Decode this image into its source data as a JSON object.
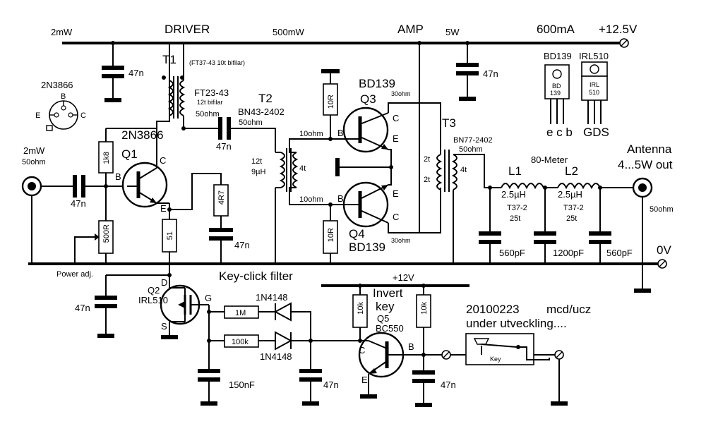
{
  "rail_labels": {
    "p2mw": "2mW",
    "driver": "DRIVER",
    "p500mw": "500mW",
    "amp": "AMP",
    "p5w": "5W",
    "current": "600mA",
    "supply": "+12.5V",
    "ground": "0V",
    "plus12": "+12V"
  },
  "input": {
    "power": "2mW",
    "impedance": "50ohm"
  },
  "output": {
    "title": "Antenna",
    "power": "4...5W out",
    "impedance": "50ohm"
  },
  "pinouts": {
    "n3866": {
      "name": "2N3866",
      "b": "B",
      "e": "E",
      "c": "C"
    },
    "bd139": {
      "name": "BD139",
      "body1": "BD",
      "body2": "139",
      "pins": "e c b"
    },
    "irl510": {
      "name": "IRL510",
      "body1": "IRL",
      "body2": "510",
      "pins": "GDS"
    }
  },
  "parts": {
    "c_in": "47n",
    "r_1k8": "1k8",
    "r_500": "500R",
    "q1_type": "2N3866",
    "q1_ref": "Q1",
    "q1_b": "B",
    "q1_c": "C",
    "q1_e": "E",
    "t1_ref": "T1",
    "t1_note": "(FT37-43  10t bifilar)",
    "ft23": "FT23-43",
    "ft23_turns": "12t bifilar",
    "ft23_imp": "50ohm",
    "c_dec1": "47n",
    "c_coup": "47n",
    "r_4r7": "4R7",
    "c_emit": "47n",
    "r_51": "51",
    "t2_ref": "T2",
    "t2_core": "BN43-2402",
    "t2_imp_in": "50ohm",
    "t2_turns_p": "12t",
    "t2_ind": "9µH",
    "t2_turns_s": "4t",
    "ohm10_top": "10ohm",
    "ohm10_bot": "10ohm",
    "r_10_top": "10R",
    "r_10_bot": "10R",
    "q3_type": "BD139",
    "q3_ref": "Q3",
    "q3_b": "B",
    "q3_c": "C",
    "q3_e": "E",
    "q4_type": "BD139",
    "q4_ref": "Q4",
    "q4_b": "B",
    "q4_c": "C",
    "q4_e": "E",
    "ohm30_top": "30ohm",
    "ohm30_bot": "30ohm",
    "t3_ref": "T3",
    "t3_2t_a": "2t",
    "t3_2t_b": "2t",
    "t3_4t": "4t",
    "t3_core": "BN77-2402",
    "t3_imp": "50ohm",
    "c_dec2": "47n",
    "band": "80-Meter",
    "l1_ref": "L1",
    "l1_ind": "2.5µH",
    "l1_core": "T37-2",
    "l1_turns": "25t",
    "l2_ref": "L2",
    "l2_ind": "2.5µH",
    "l2_core": "T37-2",
    "l2_turns": "25t",
    "c_560a": "560pF",
    "c_1200": "1200pF",
    "c_560b": "560pF",
    "power_adj": "Power adj.",
    "c_q2": "47n",
    "q2_ref": "Q2",
    "q2_type": "IRL510",
    "q2_d": "D",
    "q2_g": "G",
    "q2_s": "S",
    "keyclick": "Key-click filter",
    "r_1m": "1M",
    "r_100k": "100k",
    "d1": "1N4148",
    "d2": "1N4148",
    "c_150": "150nF",
    "c_diode": "47n",
    "invert1": "Invert",
    "invert2": "key",
    "q5_ref": "Q5",
    "q5_type": "BC550",
    "q5_b": "B",
    "q5_c": "C",
    "q5_e": "E",
    "r_10k_a": "10k",
    "r_10k_b": "10k",
    "c_key": "47n",
    "key": "Key"
  },
  "notes": {
    "date": "20100223",
    "author": "mcd/ucz",
    "status": "under utveckling...."
  }
}
